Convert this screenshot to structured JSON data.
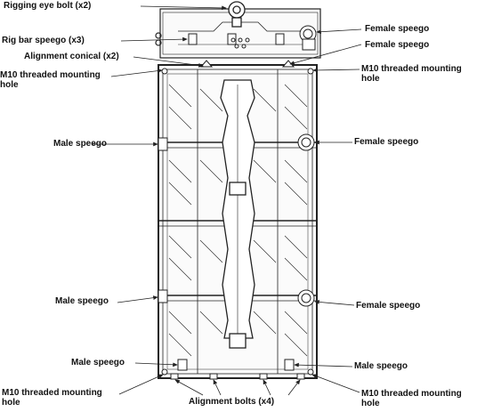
{
  "labels": {
    "rigging_eye_bolt": "Rigging eye bolt (x2)",
    "rig_bar_speego": "Rig bar speego (x3)",
    "alignment_conical": "Alignment conical (x2)",
    "m10_top_left": "M10 threaded mounting\nhole",
    "female_speego_top_1": "Female speego",
    "female_speego_top_2": "Female speego",
    "m10_top_right": "M10 threaded mounting\nhole",
    "male_speego_upper": "Male speego",
    "female_speego_mid_upper": "Female speego",
    "male_speego_mid_lower": "Male speego",
    "female_speego_mid_lower": "Female speego",
    "male_speego_bottom_left": "Male speego",
    "male_speego_bottom_right": "Male speego",
    "m10_bottom_left": "M10 threaded mounting\nhole",
    "alignment_bolts": "Alignment bolts (x4)",
    "m10_bottom_right": "M10 threaded mounting\nhole"
  }
}
